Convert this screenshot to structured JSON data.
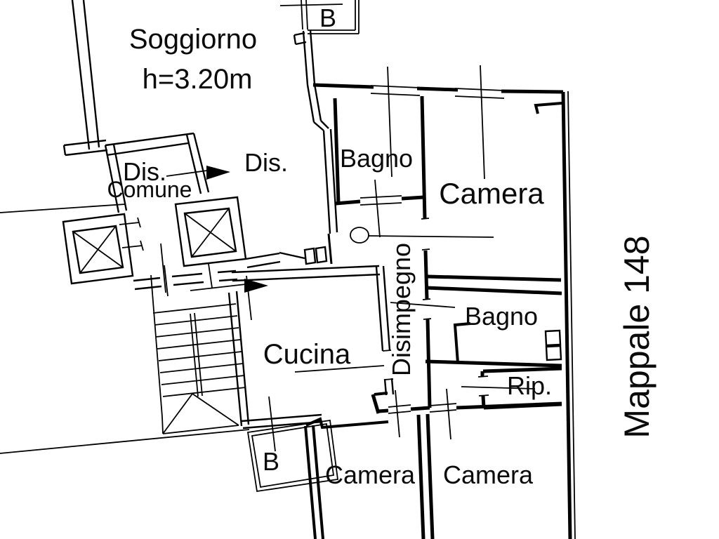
{
  "document": {
    "kind": "floor-plan",
    "language": "it",
    "colors": {
      "ink": "#000000",
      "background": "#ffffff"
    }
  },
  "labels": {
    "soggiorno": "Soggiorno",
    "ceiling_height": "h=3.20m",
    "balcony_top": "B",
    "dis_comune_1": "Dis.",
    "dis_comune_2": "Comune",
    "dis_target": "Dis.",
    "bagno_top": "Bagno",
    "camera_top": "Camera",
    "disimpegno": "Disimpegno",
    "bagno_mid": "Bagno",
    "cucina": "Cucina",
    "rip": "Rip.",
    "balcony_bottom": "B",
    "camera_bottom_left": "Camera",
    "camera_bottom_right": "Camera",
    "mappale": "Mappale 148"
  }
}
